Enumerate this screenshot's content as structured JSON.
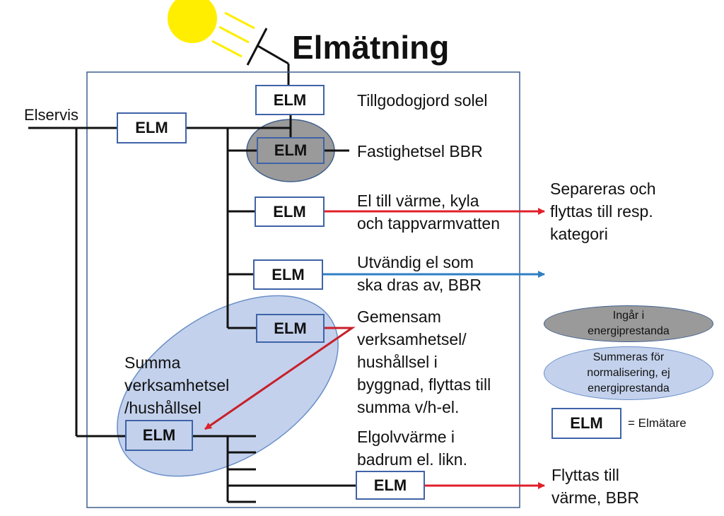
{
  "title": "Elmätning",
  "elm_label": "ELM",
  "service_label": "Elservis",
  "rows": [
    {
      "label": "Tillgodogjord solel"
    },
    {
      "label": "Fastighetsel BBR"
    },
    {
      "label_lines": [
        "El till värme, kyla",
        "och tappvarmvatten"
      ]
    },
    {
      "label_lines": [
        "Utvändig el som",
        "ska dras av, BBR"
      ]
    },
    {
      "label_lines": [
        "Gemensam",
        "verksamhetsel/",
        "hushållsel i",
        "byggnad, flyttas till",
        "summa v/h-el."
      ]
    }
  ],
  "summa_label_lines": [
    "Summa",
    "verksamhetsel",
    "/hushållsel"
  ],
  "floor_heating_lines": [
    "Elgolvvärme i",
    "badrum el. likn."
  ],
  "outside_notes": {
    "separate_lines": [
      "Separeras och",
      "flyttas till resp.",
      "kategori"
    ],
    "move_lines": [
      "Flyttas till",
      "värme, BBR"
    ]
  },
  "legend": {
    "grey_oval_lines": [
      "Ingår i",
      "energiprestanda"
    ],
    "blue_oval_lines": [
      "Summeras för",
      "normalisering, ej",
      "energiprestanda"
    ],
    "elm_meaning": "= Elmätare"
  },
  "colors": {
    "box_border": "#3f63a8",
    "grey_fill": "#9a9a9a",
    "blue_fill": "#c3d1ec",
    "red_arrow": "#e0202a",
    "blue_arrow": "#2f7fc4",
    "sun": "#ffee00"
  }
}
